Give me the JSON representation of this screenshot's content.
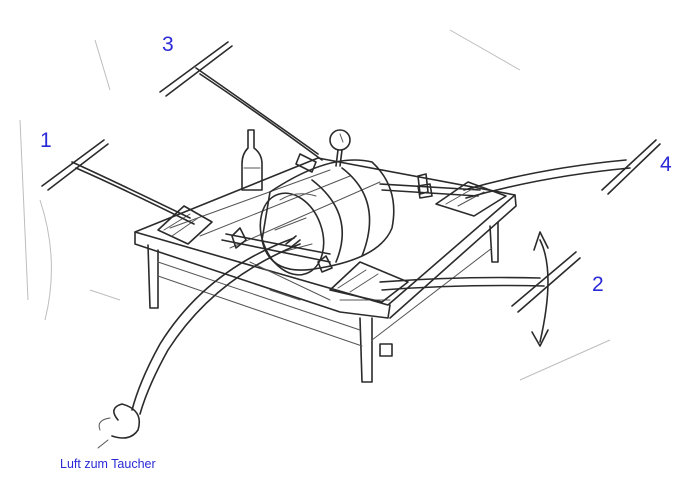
{
  "labels": {
    "pump_1": "1",
    "pump_2": "2",
    "pump_3": "3",
    "pump_4": "4"
  },
  "caption": "Luft zum Taucher",
  "colors": {
    "label_blue": "#2a2ad6",
    "pencil": "#2b2b2b",
    "paper": "#ffffff"
  }
}
